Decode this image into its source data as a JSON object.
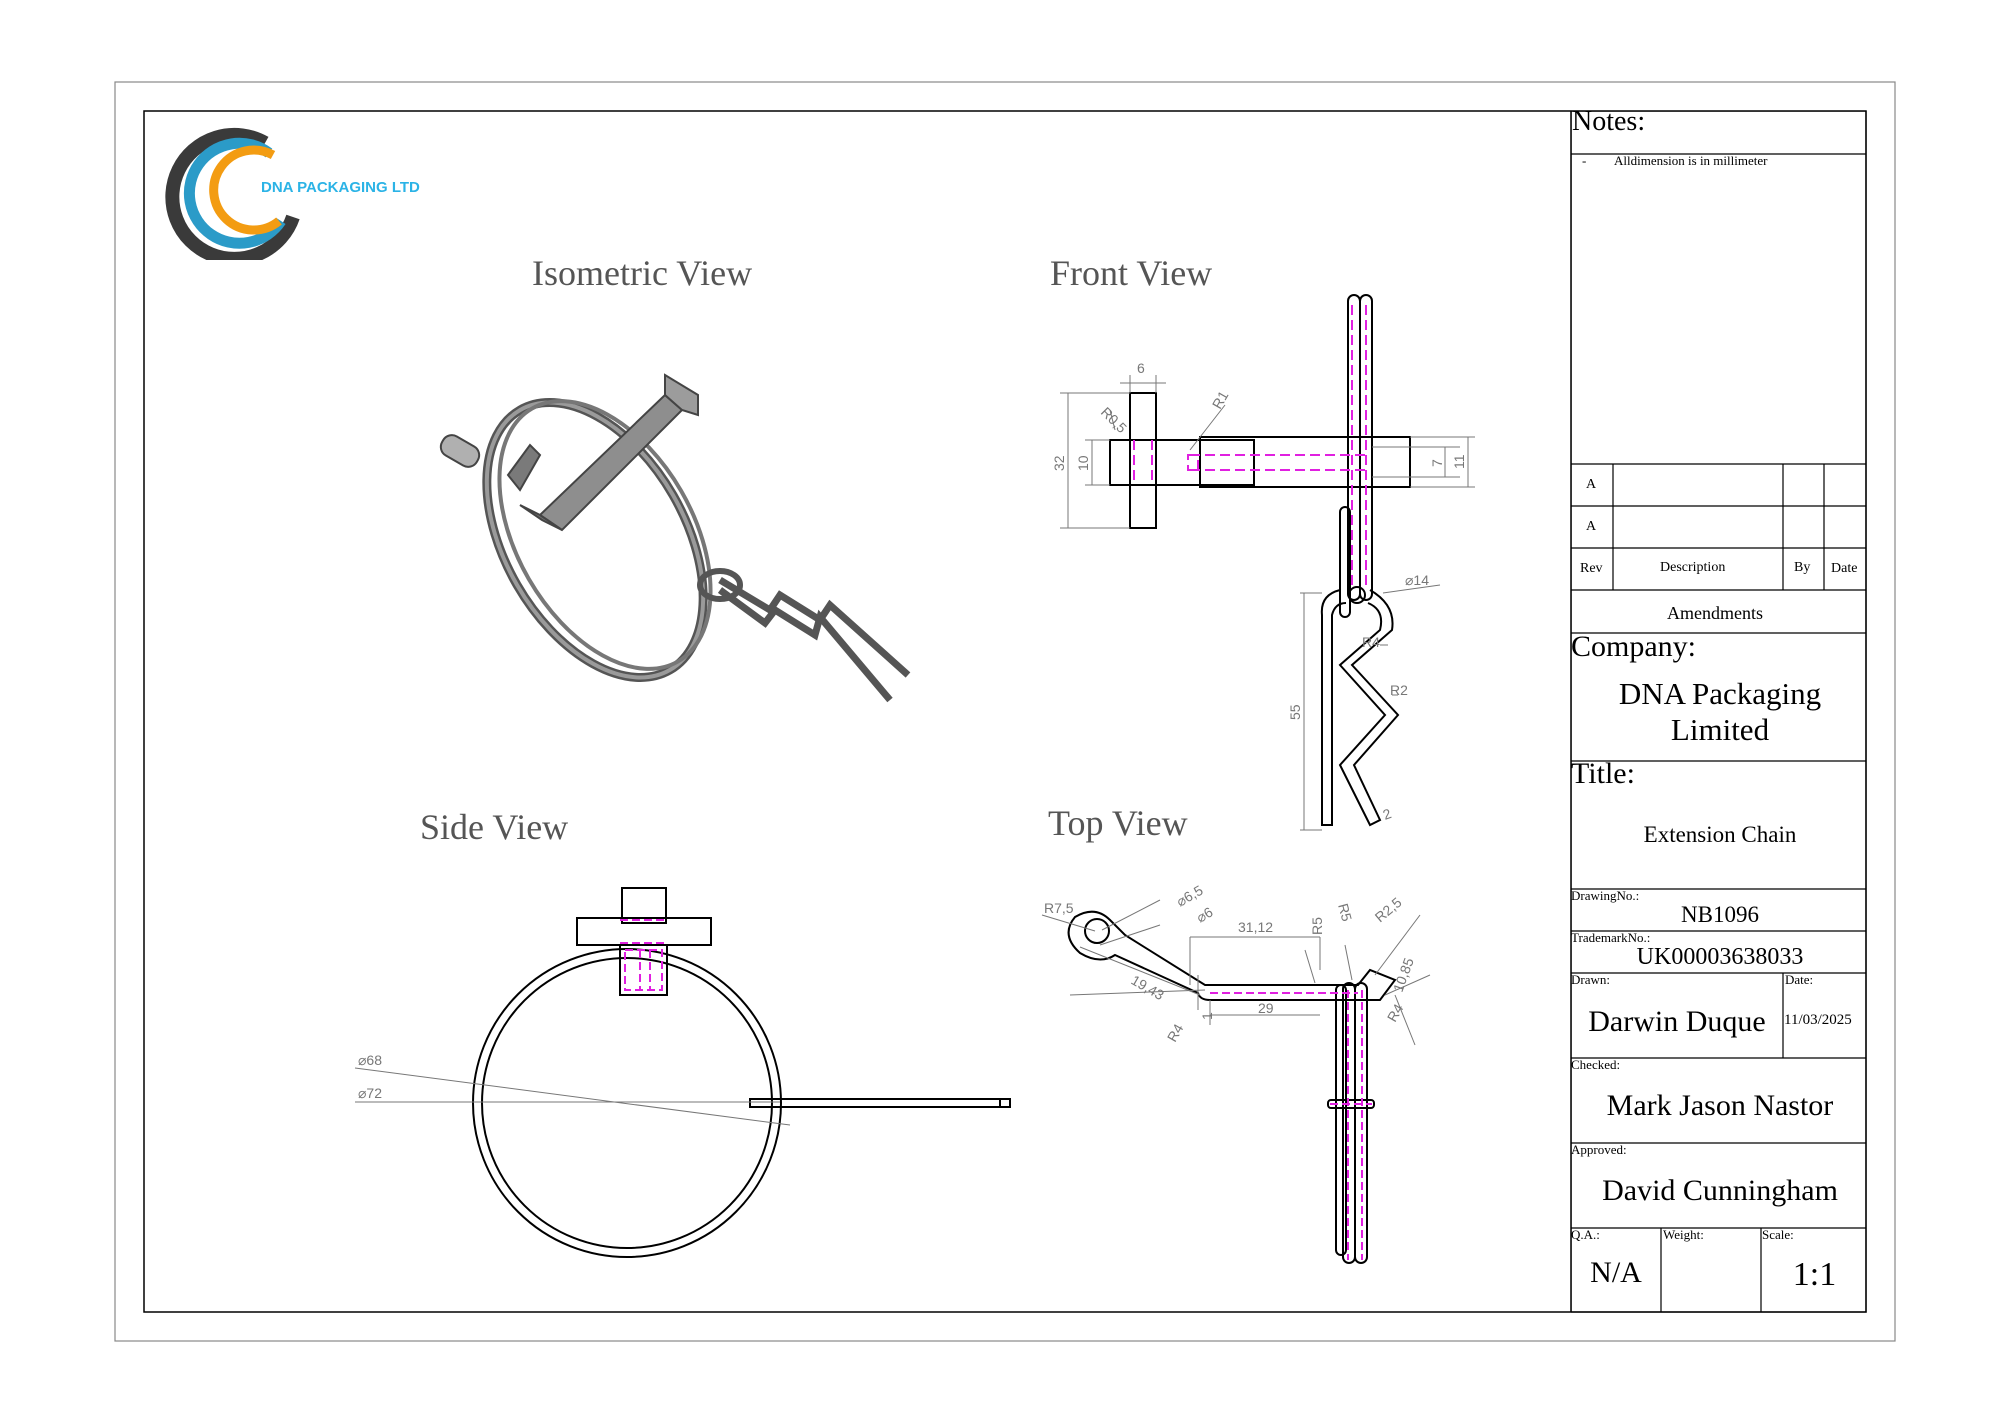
{
  "logo": {
    "text": "DNA PACKAGING LTD",
    "colors": {
      "dark": "#3a3a3a",
      "blue": "#2b9bc8",
      "orange": "#f39c12"
    }
  },
  "views": {
    "isometric": "Isometric View",
    "front": "Front View",
    "side": "Side View",
    "top": "Top View"
  },
  "dimensions": {
    "front": [
      "6",
      "R0,5",
      "R1",
      "32",
      "10",
      "7",
      "11",
      "⌀14",
      "R4",
      "R2",
      "55",
      "2"
    ],
    "side": [
      "⌀68",
      "⌀72"
    ],
    "top": [
      "R7,5",
      "⌀6,5",
      "⌀6",
      "31,12",
      "R5",
      "R5",
      "R2,5",
      "19,43",
      "10,85",
      "R4",
      "1",
      "29",
      "R4"
    ]
  },
  "notes": {
    "heading": "Notes:",
    "items": [
      "-",
      "Alldimension is in millimeter"
    ]
  },
  "revisions": {
    "rows": [
      {
        "rev": "A",
        "description": "",
        "by": "",
        "date": ""
      },
      {
        "rev": "A",
        "description": "",
        "by": "",
        "date": ""
      }
    ],
    "headers": {
      "rev": "Rev",
      "description": "Description",
      "by": "By",
      "date": "Date"
    },
    "caption": "Amendments"
  },
  "company": {
    "label": "Company:",
    "name_line1": "DNA Packaging",
    "name_line2": "Limited"
  },
  "title_block": {
    "label": "Title:",
    "value": "Extension Chain"
  },
  "drawing_no": {
    "label": "DrawingNo.:",
    "value": "NB1096"
  },
  "trademark_no": {
    "label": "TrademarkNo.:",
    "value": "UK00003638033"
  },
  "drawn": {
    "label": "Drawn:",
    "value": "Darwin Duque"
  },
  "date": {
    "label": "Date:",
    "value": "11/03/2025"
  },
  "checked": {
    "label": "Checked:",
    "value": "Mark Jason Nastor"
  },
  "approved": {
    "label": "Approved:",
    "value": "David Cunningham"
  },
  "qa": {
    "label": "Q.A.:",
    "value": "N/A"
  },
  "weight": {
    "label": "Weight:",
    "value": ""
  },
  "scale": {
    "label": "Scale:",
    "value": "1:1"
  },
  "colors": {
    "hidden_line": "#e020e0",
    "line": "#000000",
    "dim": "#777777",
    "part_fill": "#8a8a8a"
  }
}
